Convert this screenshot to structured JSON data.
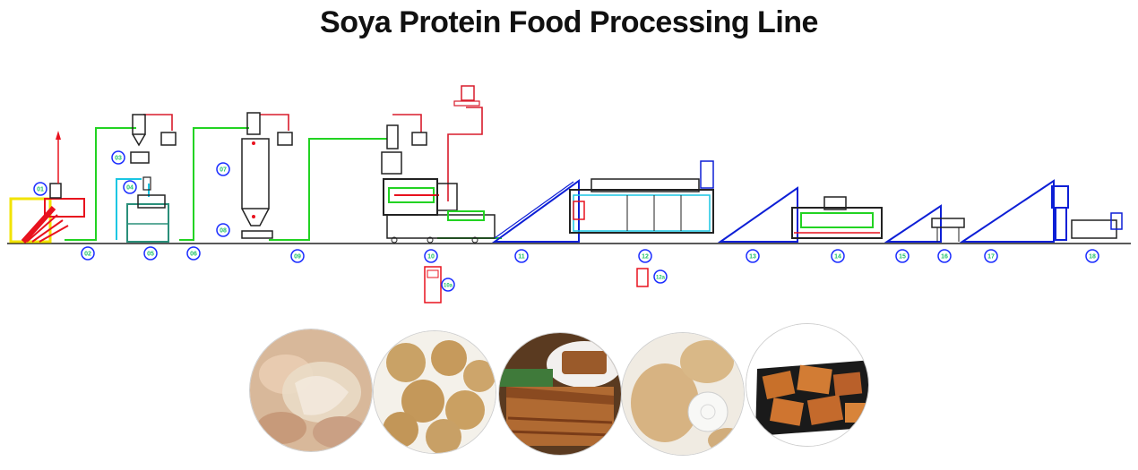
{
  "title": "Soya Protein Food Processing Line",
  "colors": {
    "baseline": "#222222",
    "conveyor": "#0d1fd6",
    "pipe_green": "#22d322",
    "pipe_red": "#d81b2b",
    "pipe_cyan": "#19c6e3",
    "label_ring": "#1a2cff",
    "label_fill": "#22c26a",
    "platform_red": "#e8121e",
    "platform_yellow": "#f2e300"
  },
  "stations": [
    {
      "id": "01",
      "label": "01"
    },
    {
      "id": "02",
      "label": "02"
    },
    {
      "id": "03",
      "label": "03"
    },
    {
      "id": "04",
      "label": "04"
    },
    {
      "id": "05",
      "label": "05"
    },
    {
      "id": "06",
      "label": "06"
    },
    {
      "id": "07",
      "label": "07"
    },
    {
      "id": "08",
      "label": "08"
    },
    {
      "id": "09",
      "label": "09"
    },
    {
      "id": "10",
      "label": "10"
    },
    {
      "id": "10a",
      "label": "10a"
    },
    {
      "id": "11",
      "label": "11"
    },
    {
      "id": "12",
      "label": "12"
    },
    {
      "id": "12a",
      "label": "12a"
    },
    {
      "id": "13",
      "label": "13"
    },
    {
      "id": "14",
      "label": "14"
    },
    {
      "id": "15",
      "label": "15"
    },
    {
      "id": "16",
      "label": "16"
    },
    {
      "id": "17",
      "label": "17"
    },
    {
      "id": "18",
      "label": "18"
    }
  ],
  "photos": [
    {
      "name": "textured-soy-protein-flakes",
      "icon": "photo-soy-flakes"
    },
    {
      "name": "soy-protein-nuggets",
      "icon": "photo-soy-nuggets"
    },
    {
      "name": "soy-protein-jerky-strips",
      "icon": "photo-soy-jerky"
    },
    {
      "name": "soy-protein-chunks-with-tablet",
      "icon": "photo-soy-chunks"
    },
    {
      "name": "fried-soy-protein-pieces",
      "icon": "photo-fried-soy"
    }
  ]
}
